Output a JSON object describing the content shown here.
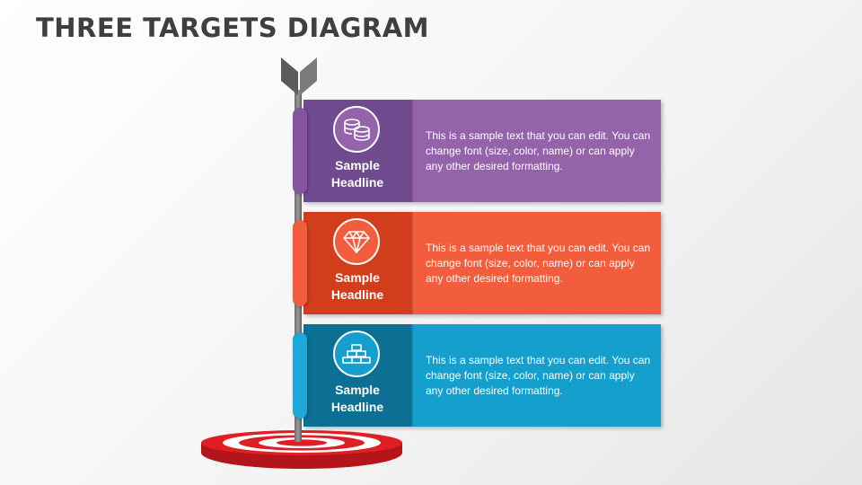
{
  "slide": {
    "title": "THREE TARGETS DIAGRAM"
  },
  "colors": {
    "purple_dark": "#6f4a8e",
    "purple_light": "#9463aa",
    "purple_tab": "#8456a0",
    "orange_dark": "#d23e1c",
    "orange_light": "#f15d3d",
    "orange_tab": "#f15d3d",
    "blue_dark": "#0c6f94",
    "blue_light": "#149fcd",
    "blue_tab": "#1ea8d8",
    "title": "#3f3f3f",
    "target_red": "#e01f25",
    "arrow_gray": "#6b6b6b"
  },
  "items": [
    {
      "icon": "coins-icon",
      "headline_line1": "Sample",
      "headline_line2": "Headline",
      "text": "This is a sample text that you can edit. You can change font (size, color, name) or can apply any other desired formatting."
    },
    {
      "icon": "diamond-icon",
      "headline_line1": "Sample",
      "headline_line2": "Headline",
      "text": "This is a sample text that you can edit. You can change font (size, color, name) or can apply any other desired formatting."
    },
    {
      "icon": "gold-bars-icon",
      "headline_line1": "Sample",
      "headline_line2": "Headline",
      "text": "This is a sample text that you can edit. You can change font (size, color, name) or can apply any other desired formatting."
    }
  ]
}
